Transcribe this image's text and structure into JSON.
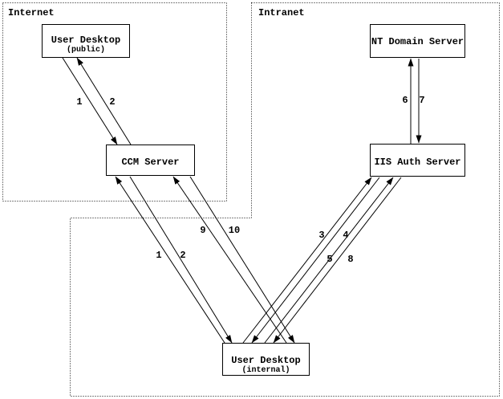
{
  "zones": {
    "internet": "Internet",
    "intranet": "Intranet"
  },
  "nodes": {
    "public_desktop": {
      "title": "User Desktop",
      "subtitle": "(public)"
    },
    "ccm": {
      "title": "CCM Server"
    },
    "nt_domain": {
      "title": "NT Domain Server"
    },
    "iis_auth": {
      "title": "IIS Auth Server"
    },
    "internal_desktop": {
      "title": "User Desktop",
      "subtitle": "(internal)"
    }
  },
  "flows": {
    "f1_public": "1",
    "f2_public": "2",
    "f1_internal": "1",
    "f2_internal": "2",
    "f3": "3",
    "f4": "4",
    "f5": "5",
    "f6": "6",
    "f7": "7",
    "f8": "8",
    "f9": "9",
    "f10": "10"
  },
  "colors": {
    "ink": "#000000",
    "background": "#ffffff"
  }
}
